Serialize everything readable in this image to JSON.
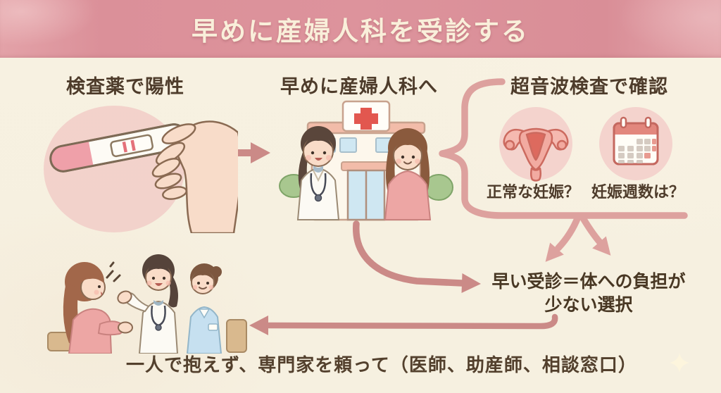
{
  "header": {
    "title": "早めに産婦人科を受診する"
  },
  "sections": {
    "test": {
      "title": "検査薬で陽性"
    },
    "clinic": {
      "title": "早めに産婦人科へ"
    },
    "ultrasound": {
      "title": "超音波検査で確認",
      "question_pregnancy": "正常な妊娠？",
      "question_weeks": "妊娠週数は？"
    }
  },
  "conclusion": {
    "line1": "早い受診＝体への負担が",
    "line2": "少ない選択"
  },
  "footer": {
    "message": "一人で抱えず、専門家を頼って（医師、助産師、相談窓口）"
  },
  "icons": {
    "pregnancy_test": "pregnancy-test-illustration",
    "hospital": "hospital-illustration",
    "uterus": "uterus-icon",
    "calendar": "calendar-icon",
    "consultation": "consultation-illustration",
    "arrows": [
      "right-arrow-icon",
      "brace-connector",
      "fan-arrow-left-icon",
      "fan-arrow-right-icon",
      "curved-arrow-icon",
      "return-arrow-icon"
    ],
    "sparkle": "sparkle-icon"
  },
  "colors": {
    "header_pink": "#dc949c",
    "background_cream": "#f7f1e1",
    "text_brown": "#4e3c2b",
    "arrow_rose": "#cb8a87",
    "arrow_light_rose": "#dda19e",
    "icon_circle_pink": "#f4d3cd",
    "red_cross": "#e2574f",
    "calendar_red": "#e2877d",
    "blob_pink": "#f1cbc5"
  }
}
